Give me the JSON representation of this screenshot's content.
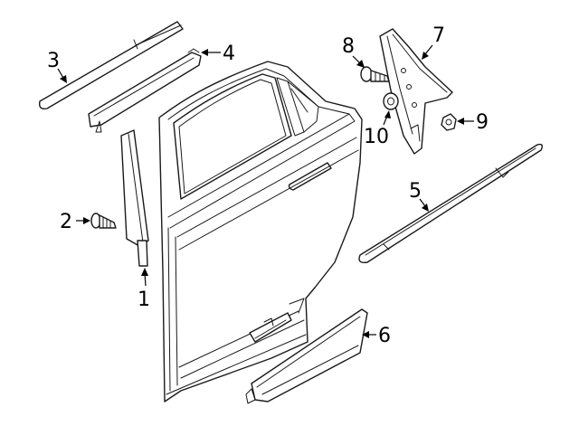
{
  "diagram": {
    "callouts": [
      {
        "id": "1",
        "label": "1",
        "part": "pillar-trim"
      },
      {
        "id": "2",
        "label": "2",
        "part": "screw"
      },
      {
        "id": "3",
        "label": "3",
        "part": "roof-molding"
      },
      {
        "id": "4",
        "label": "4",
        "part": "belt-molding"
      },
      {
        "id": "5",
        "label": "5",
        "part": "door-molding"
      },
      {
        "id": "6",
        "label": "6",
        "part": "lower-molding"
      },
      {
        "id": "7",
        "label": "7",
        "part": "applique"
      },
      {
        "id": "8",
        "label": "8",
        "part": "screw"
      },
      {
        "id": "9",
        "label": "9",
        "part": "nut"
      },
      {
        "id": "10",
        "label": "10",
        "part": "grommet"
      }
    ],
    "colors": {
      "line": "#1a1a1a",
      "background": "#ffffff"
    }
  }
}
